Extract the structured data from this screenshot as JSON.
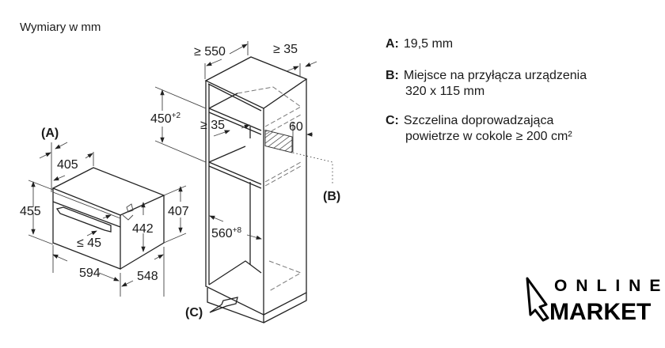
{
  "title": "Wymiary w mm",
  "oven": {
    "label": "(A)",
    "depth_top": "405",
    "height_outer": "455",
    "height_inner": "442",
    "height_side": "407",
    "handle_depth": "≤ 45",
    "width": "594",
    "depth": "548"
  },
  "cabinet": {
    "depth": "≥ 550",
    "back_gap": "≥ 35",
    "niche_height": "450",
    "niche_height_tol": "+2",
    "shelf_gap": "≥ 35",
    "vent_height": "60",
    "niche_width": "560",
    "niche_width_tol": "+8",
    "label_b": "(B)",
    "label_c": "(C)"
  },
  "legend": [
    {
      "key": "A:",
      "lines": [
        "19,5 mm"
      ]
    },
    {
      "key": "B:",
      "lines": [
        "Miejsce na przyłącza urządzenia",
        "320 x 115 mm"
      ]
    },
    {
      "key": "C:",
      "lines": [
        "Szczelina doprowadzająca",
        "powietrze w cokole ≥ 200 cm²"
      ]
    }
  ],
  "logo": {
    "line1": "ONLINE",
    "line2": "MARKET"
  }
}
